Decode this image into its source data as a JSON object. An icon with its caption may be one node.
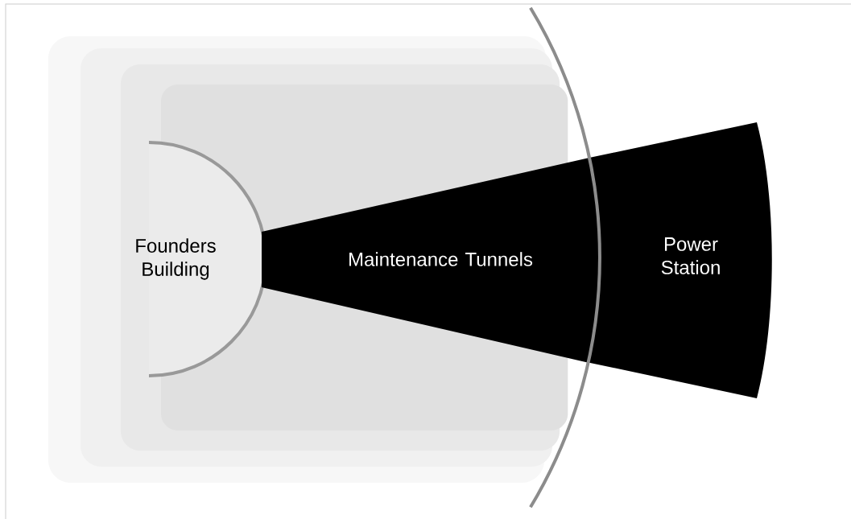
{
  "diagram": {
    "nodes": [
      {
        "text": [
          "Founders Building"
        ]
      },
      {
        "text": [
          "Maintenance Tunnels"
        ]
      },
      {
        "text": [
          "Power Station"
        ]
      }
    ]
  }
}
